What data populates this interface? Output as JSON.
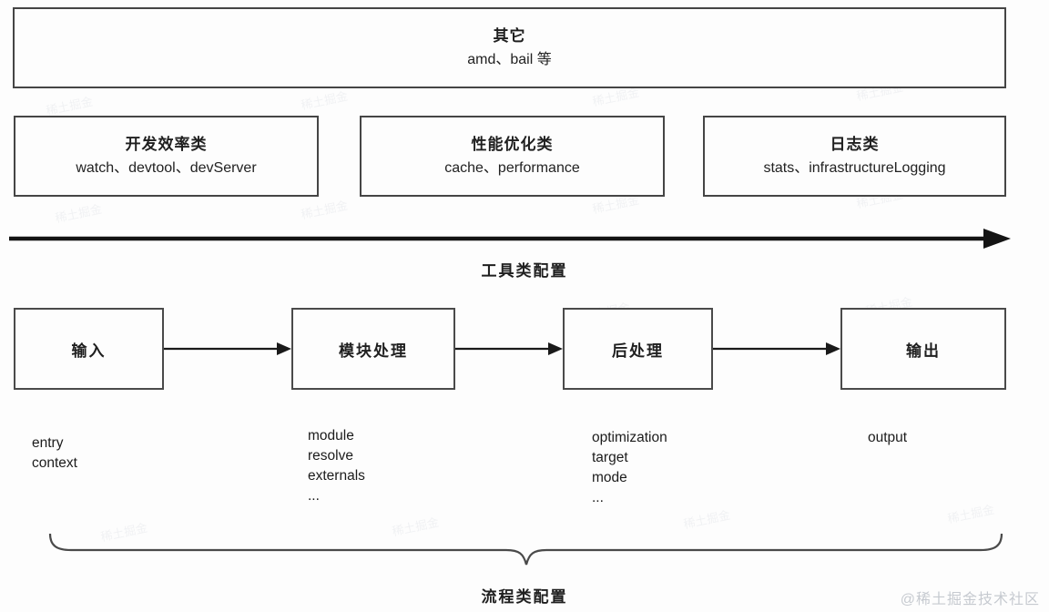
{
  "diagram": {
    "misc_box": {
      "title": "其它",
      "subtitle": "amd、bail 等"
    },
    "tool_boxes": [
      {
        "title": "开发效率类",
        "subtitle": "watch、devtool、devServer"
      },
      {
        "title": "性能优化类",
        "subtitle": "cache、performance"
      },
      {
        "title": "日志类",
        "subtitle": "stats、infrastructureLogging"
      }
    ],
    "tool_axis_label": "工具类配置",
    "flow_nodes": [
      {
        "label": "输入",
        "options": [
          "entry",
          "context"
        ]
      },
      {
        "label": "模块处理",
        "options": [
          "module",
          "resolve",
          "externals",
          "..."
        ]
      },
      {
        "label": "后处理",
        "options": [
          "optimization",
          "target",
          "mode",
          "..."
        ]
      },
      {
        "label": "输出",
        "options": [
          "output"
        ]
      }
    ],
    "flow_axis_label": "流程类配置",
    "watermark": "@稀土掘金技术社区",
    "ghost_watermark": "稀土掘金",
    "colors": {
      "background": "#fdfdfd",
      "border": "#454545",
      "text": "#1f1f1f",
      "arrow": "#141414",
      "watermark": "#c6cad0"
    }
  }
}
